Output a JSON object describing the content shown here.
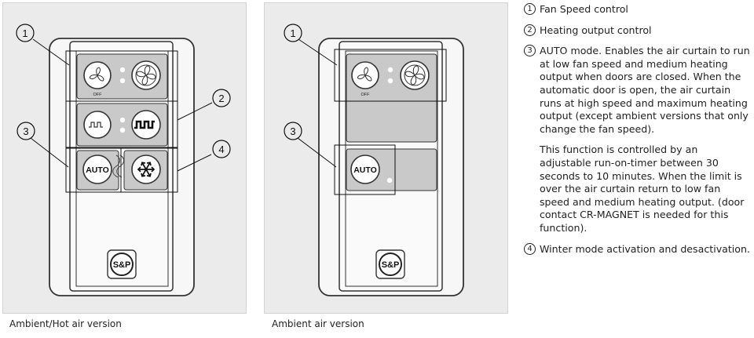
{
  "figures": [
    {
      "caption": "Ambient/Hot air version",
      "buttons": {
        "fan_off_label": "OFF",
        "auto_label": "AUTO"
      },
      "logo_text": "S&P",
      "callouts": [
        "1",
        "2",
        "3",
        "4"
      ]
    },
    {
      "caption": "Ambient air version",
      "buttons": {
        "fan_off_label": "OFF",
        "auto_label": "AUTO"
      },
      "logo_text": "S&P",
      "callouts": [
        "1",
        "3"
      ]
    }
  ],
  "legend": [
    {
      "num": "1",
      "paragraphs": [
        "Fan Speed control"
      ]
    },
    {
      "num": "2",
      "paragraphs": [
        "Heating output control"
      ]
    },
    {
      "num": "3",
      "paragraphs": [
        "AUTO mode. Enables the air curtain to run at low fan speed and medium heating output when doors are closed. When the automatic door is open, the air curtain runs at high speed and maximum heating output (except ambient versions that only change the fan speed).",
        "This function is controlled by an adjustable run-on-timer between 30 seconds to 10 minutes. When the limit is over the air curtain return to low fan speed and medium heating output. (door contact CR-MAGNET is needed for this function)."
      ]
    },
    {
      "num": "4",
      "paragraphs": [
        "Winter mode activation and desactivation."
      ]
    }
  ]
}
